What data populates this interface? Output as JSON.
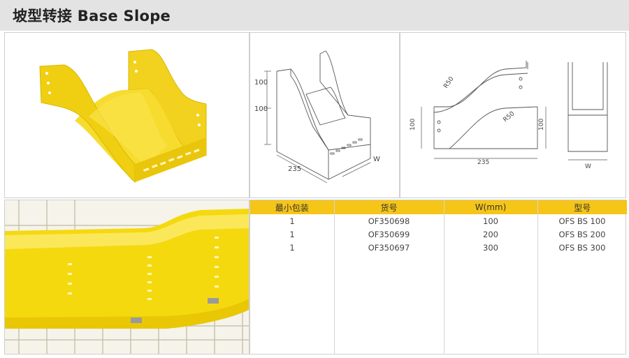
{
  "header": {
    "title": "坡型转接 Base Slope"
  },
  "drawings": {
    "iso": {
      "dim_top": "100",
      "dim_mid": "100",
      "dim_length": "235",
      "dim_width": "W"
    },
    "side": {
      "radius_top": "R50",
      "radius_bottom": "R50",
      "height_left": "100",
      "height_right": "100",
      "length": "235",
      "width": "W"
    }
  },
  "table": {
    "headers": [
      "最小包装",
      "货号",
      "W(mm)",
      "型号"
    ],
    "rows": [
      [
        "1",
        "OF350698",
        "100",
        "OFS BS 100"
      ],
      [
        "1",
        "OF350699",
        "200",
        "OFS BS 200"
      ],
      [
        "1",
        "OF350697",
        "300",
        "OFS BS 300"
      ]
    ]
  },
  "colors": {
    "accent": "#f5c518",
    "product": "#f7dc2f",
    "header_bg": "#e3e3e3"
  }
}
